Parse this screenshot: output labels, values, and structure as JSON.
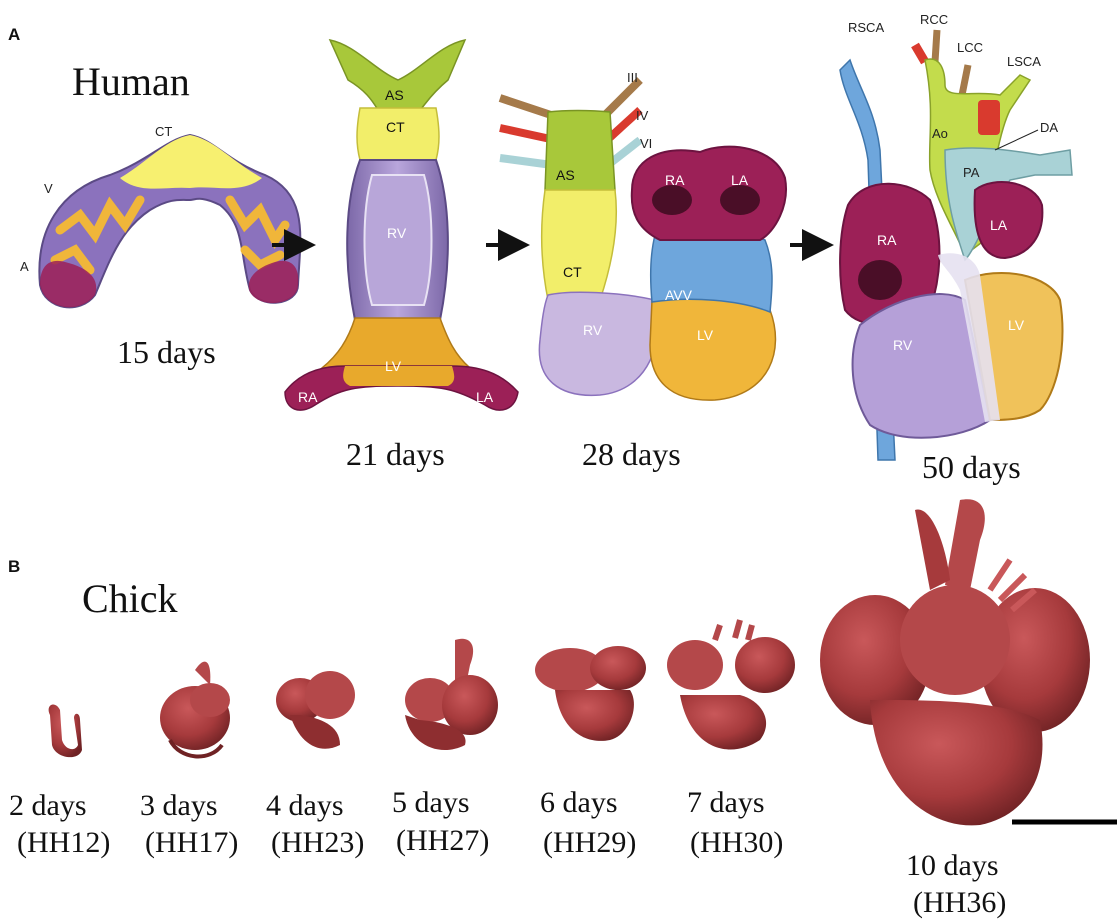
{
  "panel_a": {
    "letter": "A",
    "title": "Human",
    "stages": [
      {
        "age": "15 days",
        "labels": [
          "CT",
          "V",
          "A"
        ]
      },
      {
        "age": "21 days",
        "labels": [
          "AS",
          "CT",
          "RV",
          "LV",
          "RA",
          "LA"
        ]
      },
      {
        "age": "28 days",
        "labels": [
          "III",
          "IV",
          "VI",
          "AS",
          "RA",
          "LA",
          "CT",
          "AVV",
          "RV",
          "LV"
        ]
      },
      {
        "age": "50 days",
        "labels": [
          "RSCA",
          "RCC",
          "LCC",
          "LSCA",
          "DA",
          "Ao",
          "PA",
          "RA",
          "LA",
          "RV",
          "LV"
        ]
      }
    ]
  },
  "panel_b": {
    "letter": "B",
    "title": "Chick",
    "stages": [
      {
        "age": "2 days",
        "stage": "(HH12)"
      },
      {
        "age": "3 days",
        "stage": "(HH17)"
      },
      {
        "age": "4 days",
        "stage": "(HH23)"
      },
      {
        "age": "5 days",
        "stage": "(HH27)"
      },
      {
        "age": "6 days",
        "stage": "(HH29)"
      },
      {
        "age": "7 days",
        "stage": "(HH30)"
      },
      {
        "age": "10 days",
        "stage": "(HH36)"
      }
    ]
  },
  "colors": {
    "purple": "#9a86c4",
    "lilac": "#c9b8e0",
    "yellow": "#f2ee6a",
    "orange": "#e8a92c",
    "green": "#a8c83a",
    "magenta": "#9c2057",
    "blue": "#6ea6dc",
    "red_vessel": "#d93a2e",
    "brown_vessel": "#a57a4a",
    "teal_vessel": "#a9d2d6",
    "chick_red": "#a63a3c"
  }
}
